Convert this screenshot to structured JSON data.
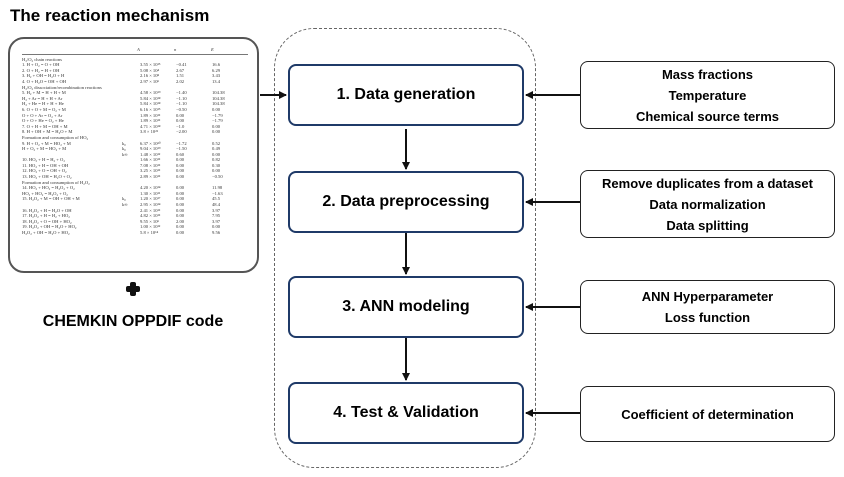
{
  "left": {
    "title": "The reaction mechanism",
    "code_label": "CHEMKIN OPPDIF code",
    "paper": {
      "columns": [
        "A",
        "n",
        "E"
      ],
      "rows": [
        {
          "sec": "H₂/O₂ chain reactions"
        },
        {
          "eq": "1.  H + O₂ = O + OH",
          "k": "",
          "A": "3.55 × 10¹⁵",
          "n": "−0.41",
          "E": "16.6"
        },
        {
          "eq": "2.  O + H₂ = H + OH",
          "k": "",
          "A": "5.08 × 10⁴",
          "n": "2.67",
          "E": "6.29"
        },
        {
          "eq": "3.  H₂ + OH = H₂O + H",
          "k": "",
          "A": "2.16 × 10⁸",
          "n": "1.51",
          "E": "3.43"
        },
        {
          "eq": "4.  O + H₂O = OH + OH",
          "k": "",
          "A": "2.97 × 10⁶",
          "n": "2.02",
          "E": "13.4"
        },
        {
          "sec": "H₂/O₂ dissociation/recombination reactions"
        },
        {
          "eq": "5.  H₂ + M = H + H + M",
          "k": "",
          "A": "4.58 × 10¹⁹",
          "n": "−1.40",
          "E": "104.38"
        },
        {
          "eq": "    H₂ + Ar = H + H + Ar",
          "k": "",
          "A": "5.84 × 10¹⁸",
          "n": "−1.10",
          "E": "104.38"
        },
        {
          "eq": "    H₂ + He = H + H + He",
          "k": "",
          "A": "5.84 × 10¹⁸",
          "n": "−1.10",
          "E": "104.38"
        },
        {
          "eq": "6.  O + O + M = O₂ + M",
          "k": "",
          "A": "6.16 × 10¹⁵",
          "n": "−0.50",
          "E": "0.00"
        },
        {
          "eq": "    O + O + Ar = O₂ + Ar",
          "k": "",
          "A": "1.89 × 10¹³",
          "n": "0.00",
          "E": "−1.79"
        },
        {
          "eq": "    O + O + He = O₂ + He",
          "k": "",
          "A": "1.89 × 10¹³",
          "n": "0.00",
          "E": "−1.79"
        },
        {
          "eq": "7.  O + H + M = OH + M",
          "k": "",
          "A": "4.71 × 10¹⁸",
          "n": "−1.0",
          "E": "0.00"
        },
        {
          "eq": "8.  H + OH + M = H₂O + M",
          "k": "",
          "A": "3.8 × 10²²",
          "n": "−2.00",
          "E": "0.00"
        },
        {
          "sec": "Formation and consumption of HO₂"
        },
        {
          "eq": "9.  H + O₂ + M = HO₂ + M",
          "k": "k₀",
          "A": "6.37 × 10²⁰",
          "n": "−1.72",
          "E": "0.52"
        },
        {
          "eq": "    H + O₂ + M = HO₂ + M",
          "k": "k₀",
          "A": "9.04 × 10¹⁹",
          "n": "−1.50",
          "E": "0.49"
        },
        {
          "eq": "",
          "k": "k∞",
          "A": "1.48 × 10¹²",
          "n": "0.60",
          "E": "0.00"
        },
        {
          "eq": "10. HO₂ + H = H₂ + O₂",
          "k": "",
          "A": "1.66 × 10¹³",
          "n": "0.00",
          "E": "0.82"
        },
        {
          "eq": "11. HO₂ + H = OH + OH",
          "k": "",
          "A": "7.08 × 10¹³",
          "n": "0.00",
          "E": "0.30"
        },
        {
          "eq": "12. HO₂ + O = OH + O₂",
          "k": "",
          "A": "3.25 × 10¹³",
          "n": "0.00",
          "E": "0.00"
        },
        {
          "eq": "13. HO₂ + OH = H₂O + O₂",
          "k": "",
          "A": "2.89 × 10¹³",
          "n": "0.00",
          "E": "−0.50"
        },
        {
          "sec": "Formation and consumption of H₂O₂"
        },
        {
          "eq": "14. HO₂ + HO₂ = H₂O₂ + O₂",
          "k": "",
          "A": "4.20 × 10¹⁴",
          "n": "0.00",
          "E": "11.98"
        },
        {
          "eq": "    HO₂ + HO₂ = H₂O₂ + O₂",
          "k": "",
          "A": "1.30 × 10¹¹",
          "n": "0.00",
          "E": "−1.63"
        },
        {
          "eq": "15. H₂O₂ + M = OH + OH + M",
          "k": "k₀",
          "A": "1.20 × 10¹⁷",
          "n": "0.00",
          "E": "45.5"
        },
        {
          "eq": "",
          "k": "k∞",
          "A": "2.95 × 10¹⁴",
          "n": "0.00",
          "E": "48.4"
        },
        {
          "eq": "16. H₂O₂ + H = H₂O + OH",
          "k": "",
          "A": "2.41 × 10¹³",
          "n": "0.00",
          "E": "3.97"
        },
        {
          "eq": "17. H₂O₂ + H = H₂ + HO₂",
          "k": "",
          "A": "4.82 × 10¹³",
          "n": "0.00",
          "E": "7.95"
        },
        {
          "eq": "18. H₂O₂ + O = OH + HO₂",
          "k": "",
          "A": "9.55 × 10⁶",
          "n": "2.00",
          "E": "3.97"
        },
        {
          "eq": "19. H₂O₂ + OH = H₂O + HO₂",
          "k": "",
          "A": "1.00 × 10¹²",
          "n": "0.00",
          "E": "0.00"
        },
        {
          "eq": "    H₂O₂ + OH = H₂O + HO₂",
          "k": "",
          "A": "5.8 × 10¹⁴",
          "n": "0.00",
          "E": "9.56"
        }
      ]
    }
  },
  "steps": [
    {
      "label": "1. Data generation"
    },
    {
      "label": "2. Data preprocessing"
    },
    {
      "label": "3. ANN modeling"
    },
    {
      "label": "4. Test & Validation"
    }
  ],
  "inputs": [
    {
      "lines": [
        "Mass fractions",
        "Temperature",
        "Chemical source terms"
      ]
    },
    {
      "lines": [
        "Remove duplicates from a dataset",
        "Data normalization",
        "Data splitting"
      ]
    },
    {
      "lines": [
        "ANN Hyperparameter",
        "Loss function"
      ]
    },
    {
      "lines": [
        "Coefficient of determination"
      ]
    }
  ]
}
